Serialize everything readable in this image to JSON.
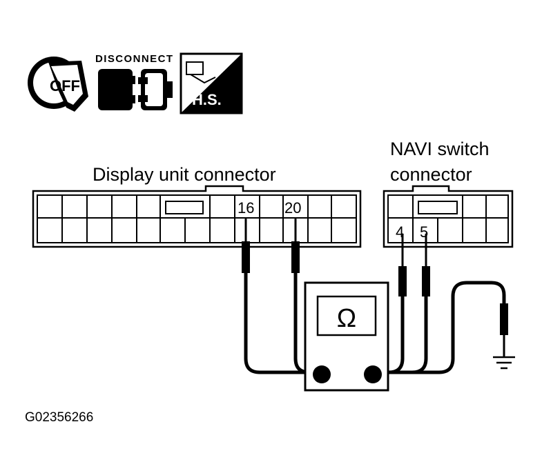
{
  "icons": {
    "ignition_key_text": "OFF",
    "disconnect_text": "DISCONNECT",
    "hs_text": "H.S."
  },
  "labels": {
    "display_unit_connector": "Display unit connector",
    "navi_switch_line1": "NAVI switch",
    "navi_switch_line2": "connector",
    "pin_16": "16",
    "pin_20": "20",
    "pin_4": "4",
    "pin_5": "5",
    "ohm_symbol": "Ω",
    "figure_id": "G02356266"
  },
  "colors": {
    "ink": "#000000",
    "paper": "#ffffff"
  }
}
